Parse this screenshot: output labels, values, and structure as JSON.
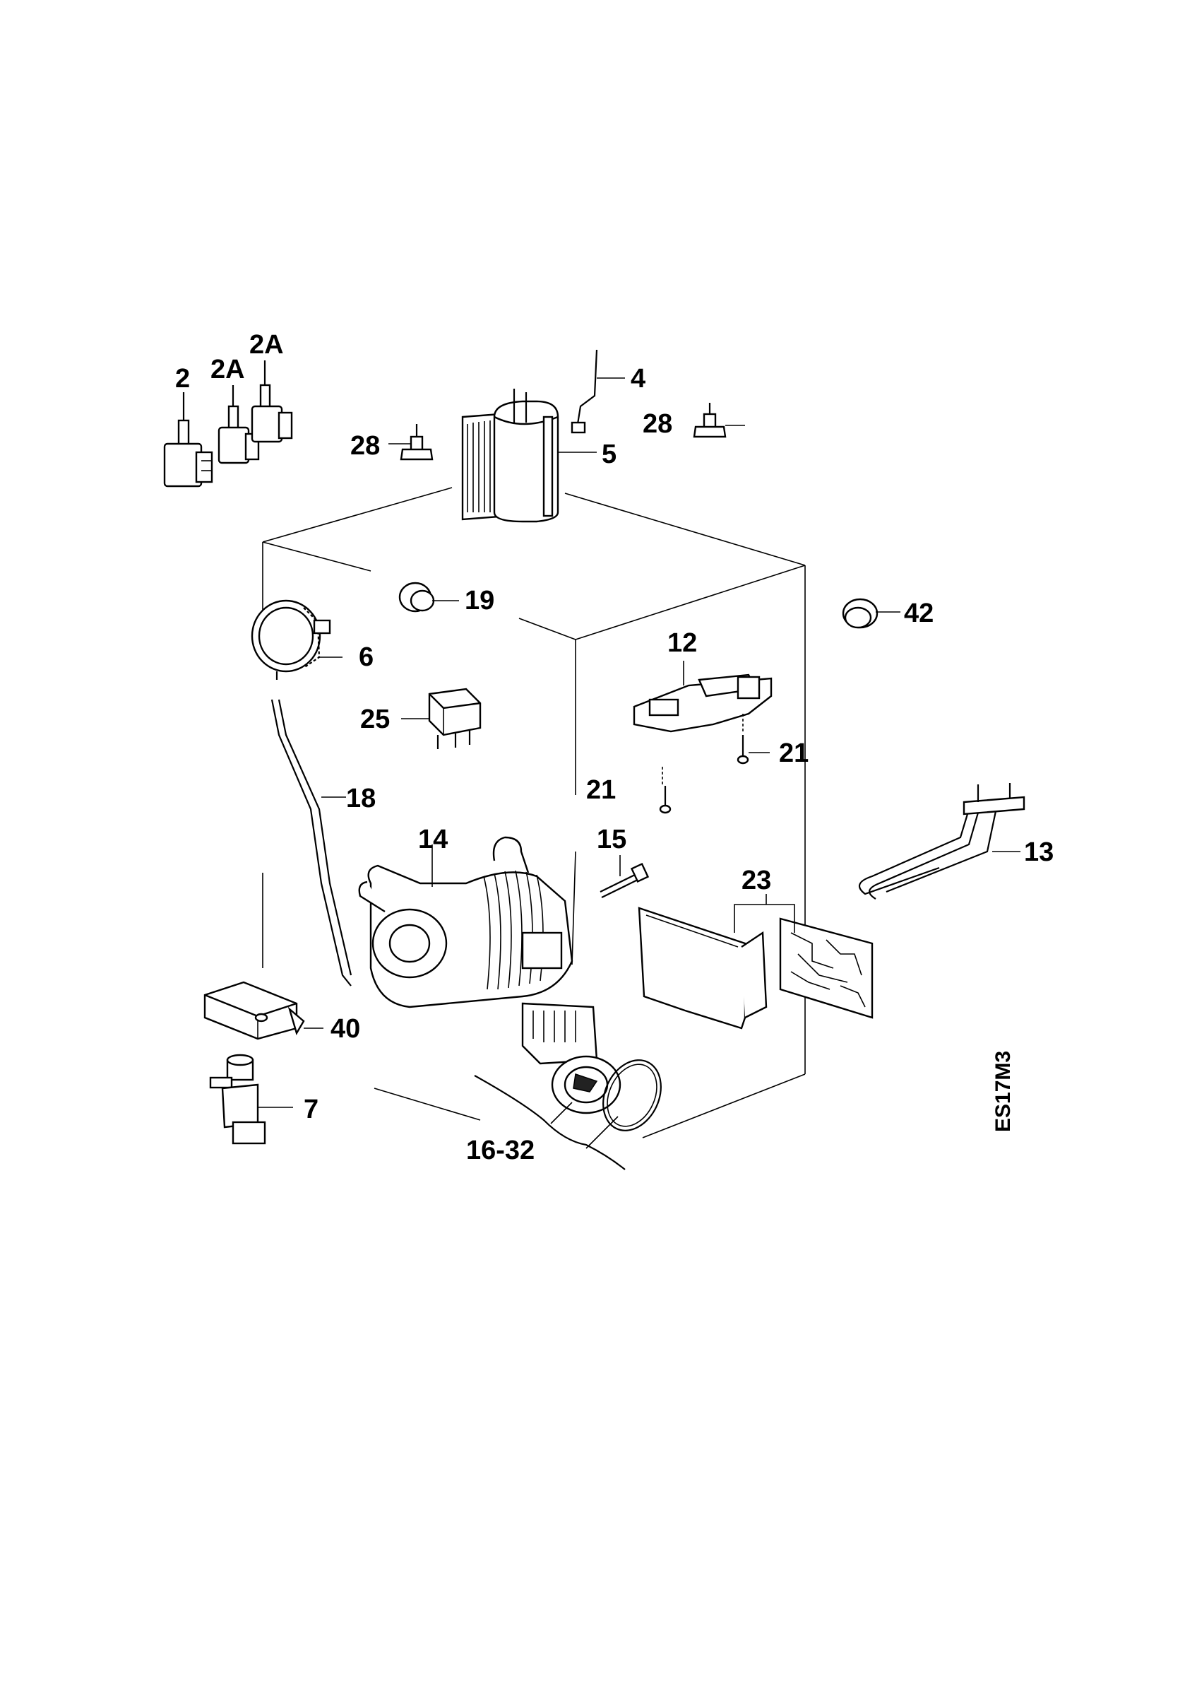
{
  "diagram": {
    "callouts": [
      {
        "id": "c2",
        "text": "2"
      },
      {
        "id": "c2a1",
        "text": "2A"
      },
      {
        "id": "c2a2",
        "text": "2A"
      },
      {
        "id": "c4",
        "text": "4"
      },
      {
        "id": "c28a",
        "text": "28"
      },
      {
        "id": "c28b",
        "text": "28"
      },
      {
        "id": "c5",
        "text": "5"
      },
      {
        "id": "c19",
        "text": "19"
      },
      {
        "id": "c42",
        "text": "42"
      },
      {
        "id": "c6",
        "text": "6"
      },
      {
        "id": "c12",
        "text": "12"
      },
      {
        "id": "c25",
        "text": "25"
      },
      {
        "id": "c21a",
        "text": "21"
      },
      {
        "id": "c21b",
        "text": "21"
      },
      {
        "id": "c18",
        "text": "18"
      },
      {
        "id": "c13",
        "text": "13"
      },
      {
        "id": "c14",
        "text": "14"
      },
      {
        "id": "c15",
        "text": "15"
      },
      {
        "id": "c23",
        "text": "23"
      },
      {
        "id": "c40",
        "text": "40"
      },
      {
        "id": "c7",
        "text": "7"
      },
      {
        "id": "c1632",
        "text": "16-32"
      }
    ],
    "drawing_code": "ES17M3"
  }
}
